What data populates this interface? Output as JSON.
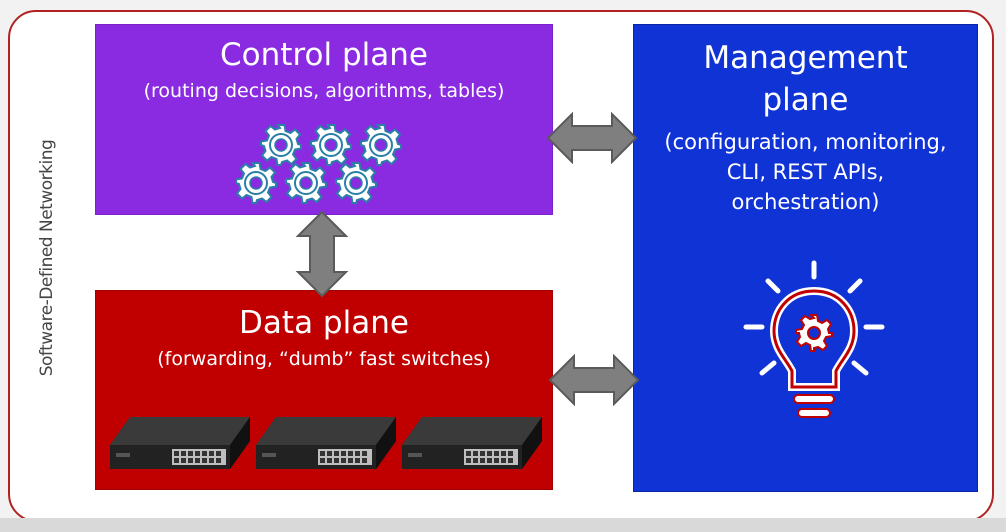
{
  "side_label": "Software-Defined Networking",
  "control_plane": {
    "title": "Control plane",
    "subtitle": "(routing decisions, algorithms, tables)",
    "icon": "gears-icon"
  },
  "data_plane": {
    "title": "Data plane",
    "subtitle": "(forwarding, “dumb” fast switches)",
    "icon": "network-switch-icon"
  },
  "management_plane": {
    "title_line1": "Management",
    "title_line2": "plane",
    "subtitle_line1": "(configuration, monitoring,",
    "subtitle_line2": "CLI, REST APIs,",
    "subtitle_line3": "orchestration)",
    "icon": "lightbulb-gear-icon"
  },
  "colors": {
    "control": "#8a2be2",
    "data": "#c00000",
    "management": "#1033d6",
    "frame": "#b22222",
    "arrow": "#7f7f7f"
  }
}
